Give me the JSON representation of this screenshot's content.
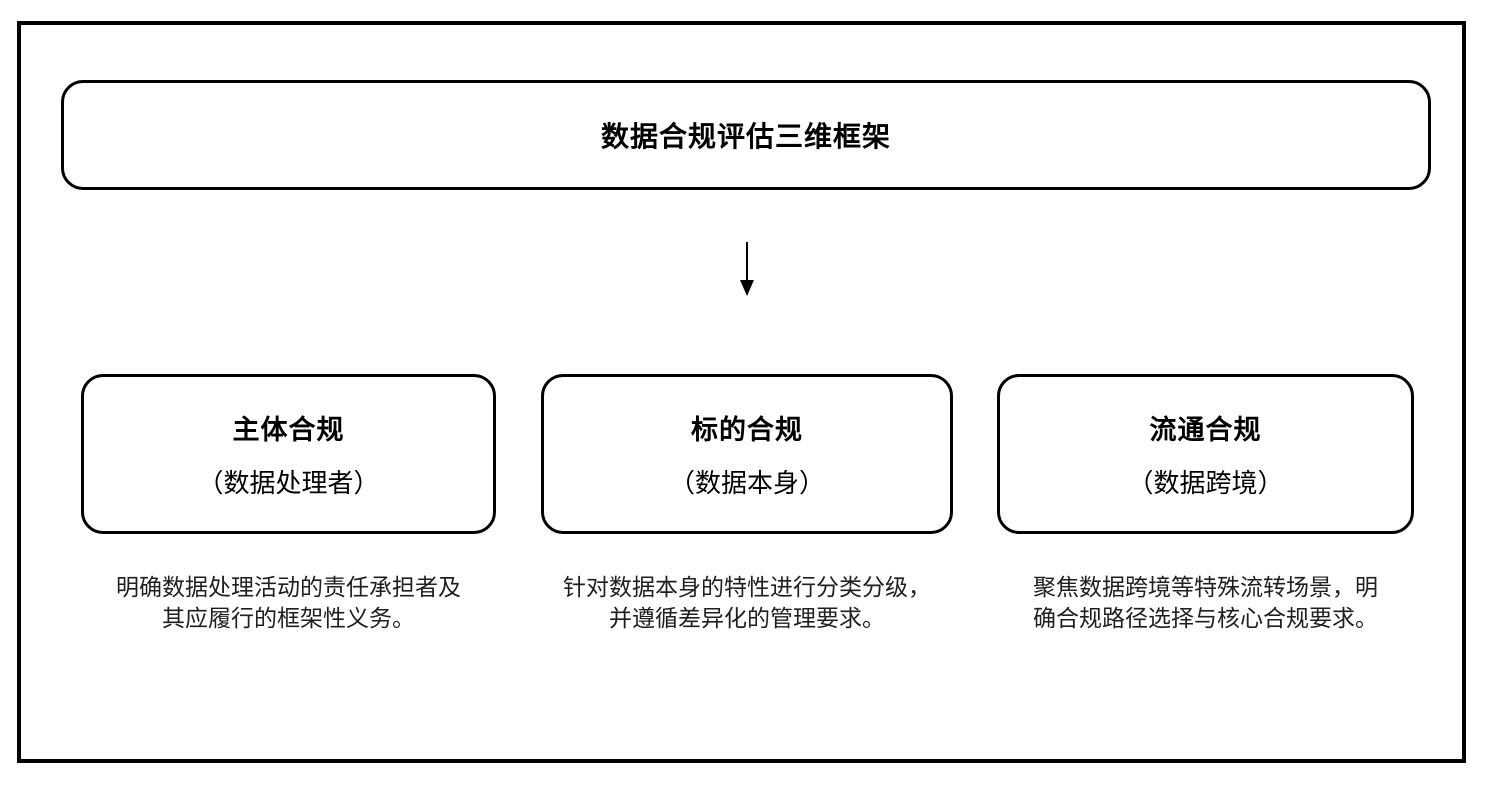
{
  "framework": {
    "title": "数据合规评估三维框架"
  },
  "columns": [
    {
      "heading": "主体合规",
      "subtitle": "（数据处理者）",
      "description": "明确数据处理活动的责任承担者及其应履行的框架性义务。",
      "description_lines": [
        "明确数据处理活动的责任承担者及",
        "其应履行的框架性义务。"
      ]
    },
    {
      "heading": "标的合规",
      "subtitle": "（数据本身）",
      "description": "针对数据本身的特性进行分类分级，并遵循差异化的管理要求。",
      "description_lines": [
        "针对数据本身的特性进行分类分级，",
        "并遵循差异化的管理要求。"
      ]
    },
    {
      "heading": "流通合规",
      "subtitle": "（数据跨境）",
      "description": "聚焦数据跨境等特殊流转场景，明确合规路径选择与核心合规要求。",
      "description_lines": [
        "聚焦数据跨境等特殊流转场景，明",
        "确合规路径选择与核心合规要求。"
      ]
    }
  ],
  "icons": {
    "flow_arrow": "arrow-down-icon"
  },
  "colors": {
    "border": "#000000",
    "heading_text": "#000000",
    "body_text": "#1f1f1f",
    "background": "#ffffff"
  }
}
